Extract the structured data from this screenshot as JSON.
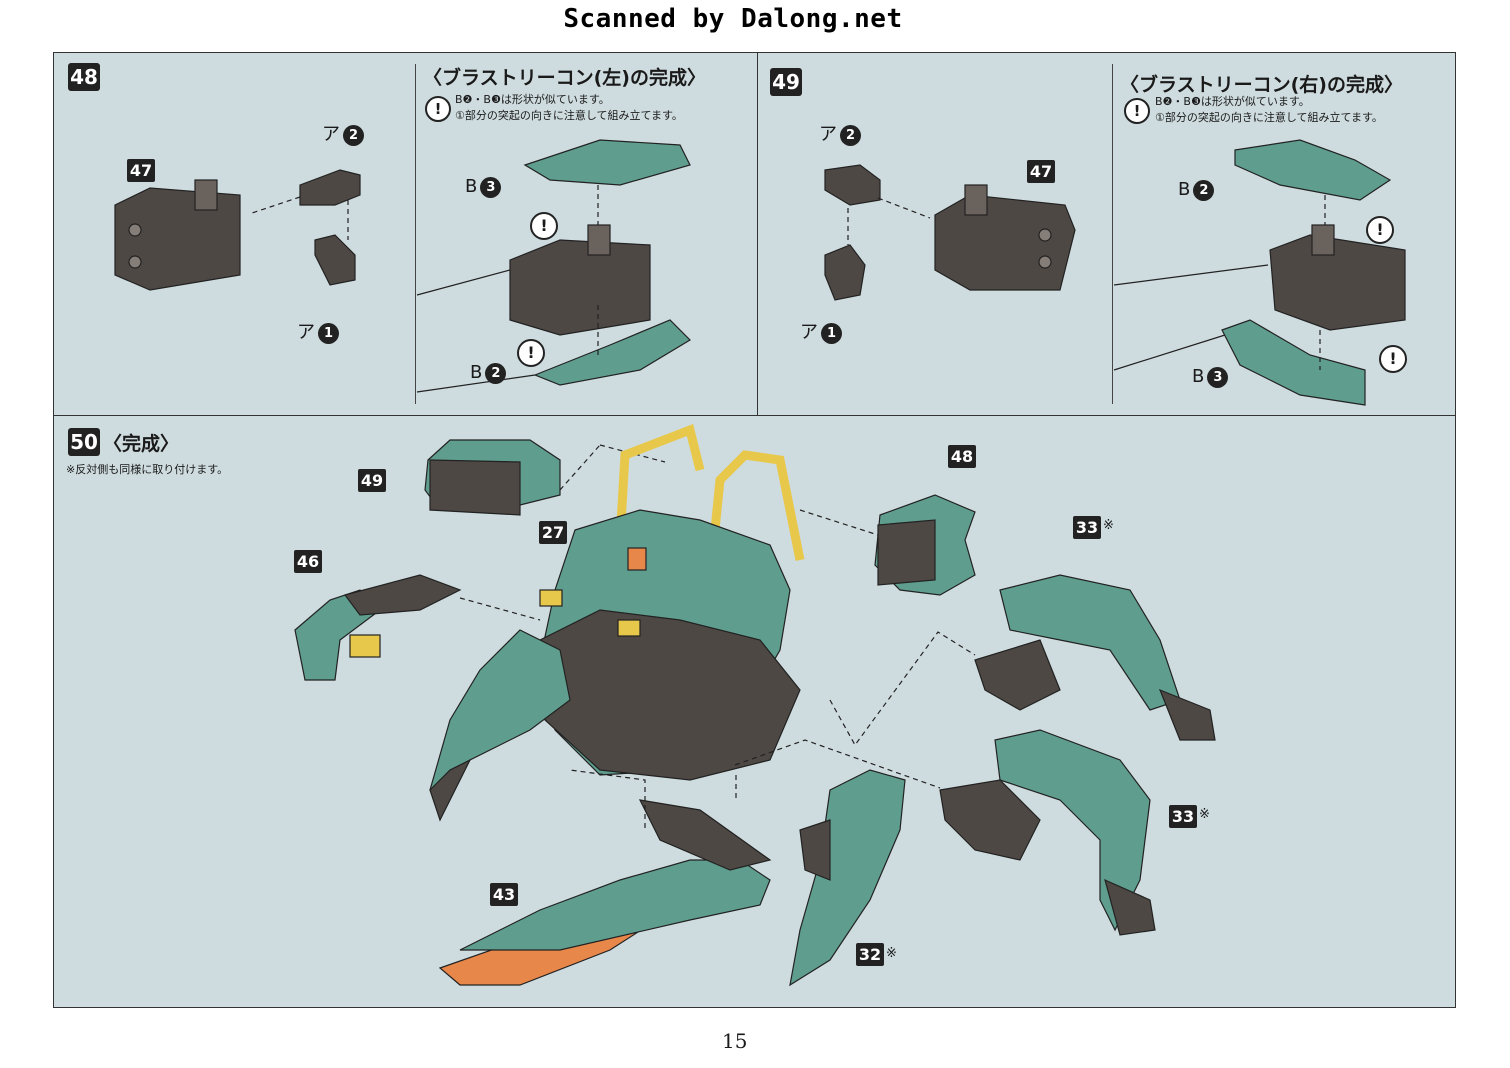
{
  "watermark": "Scanned by Dalong.net",
  "step48": {
    "number": "48",
    "heading": "〈ブラストリーコン(左)の完成〉",
    "note_line1": "B❷・B❸は形状が似ています。",
    "note_line2": "①部分の突起の向きに注意して組み立てます。",
    "note_icon": "!",
    "ref_tag": "47",
    "labels": [
      {
        "prefix": "ア",
        "num": "2"
      },
      {
        "prefix": "ア",
        "num": "1"
      },
      {
        "prefix": "B",
        "num": "3"
      },
      {
        "prefix": "B",
        "num": "2"
      }
    ]
  },
  "step49": {
    "number": "49",
    "heading": "〈ブラストリーコン(右)の完成〉",
    "note_line1": "B❷・B❸は形状が似ています。",
    "note_line2": "①部分の突起の向きに注意して組み立てます。",
    "note_icon": "!",
    "ref_tag": "47",
    "labels": [
      {
        "prefix": "ア",
        "num": "2"
      },
      {
        "prefix": "ア",
        "num": "1"
      },
      {
        "prefix": "B",
        "num": "2"
      },
      {
        "prefix": "B",
        "num": "3"
      }
    ]
  },
  "step50": {
    "number": "50",
    "heading": "〈完成〉",
    "note": "※反対側も同様に取り付けます。",
    "tags": [
      "49",
      "48",
      "27",
      "46",
      "33",
      "33",
      "43",
      "32"
    ],
    "star": "※"
  },
  "page_number": "15",
  "colors": {
    "panel_bg": "#cfdcdf",
    "teal_part": "#5f9e8e",
    "dark_part": "#4e4844",
    "yellow_frame": "#e8c84a",
    "orange_blade": "#e8874a"
  }
}
